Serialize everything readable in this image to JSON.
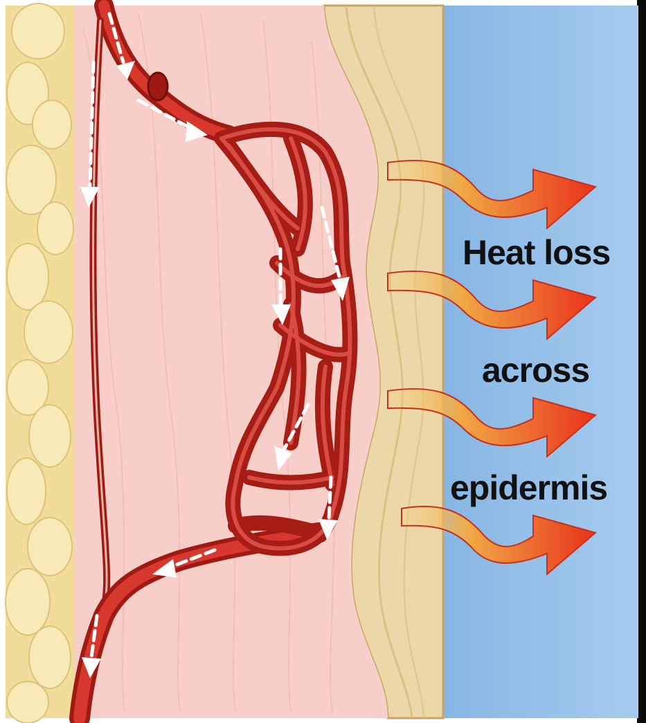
{
  "labels": {
    "line1": "Heat loss",
    "line2": "across",
    "line3": "epidermis"
  },
  "colors": {
    "background": "#ffffff",
    "fat_layer": "#f1dc9a",
    "fat_nodule": "#f8eab6",
    "dermis": "#f7cfc8",
    "epidermis": "#ecd7a9",
    "outside_air": "#8fbde8",
    "vessel": "#b31f17",
    "vessel_highlight": "#e0514a",
    "heat_arrow_start": "#f2c45c",
    "heat_arrow_end": "#e8321b",
    "flow_arrow": "#ffffff",
    "frame": "#0a0a0a"
  },
  "icons": {
    "heat_arrow": "heat-flow-arrow-icon",
    "flow_arrow": "blood-flow-arrow-icon"
  }
}
